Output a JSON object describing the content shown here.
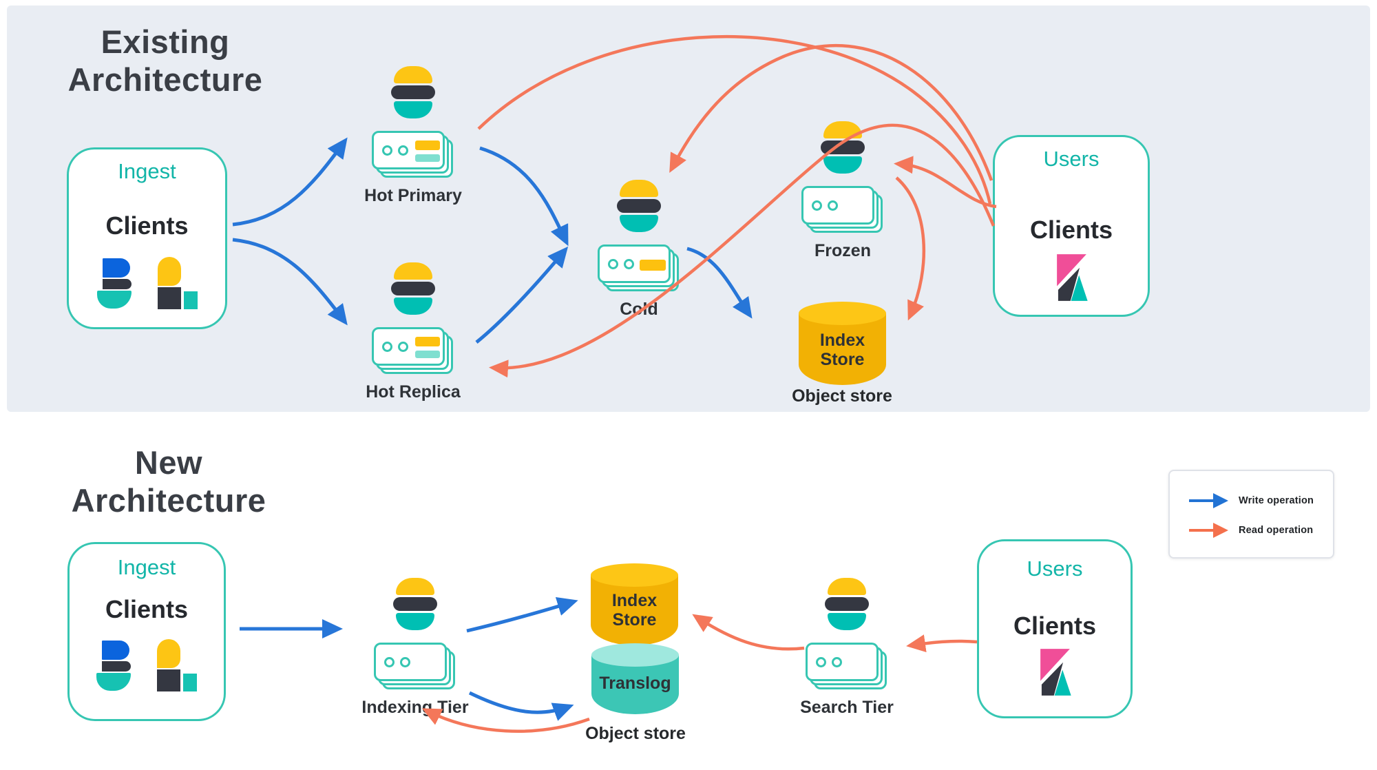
{
  "colors": {
    "panel_background": "#e9edf3",
    "write_arrow_blue": "#2776d8",
    "read_arrow_orange": "#f4775a",
    "container_border_teal": "#36c6b2",
    "elastic_yellow": "#fdc514",
    "elastic_dark": "#343741",
    "elastic_teal": "#00bfb3",
    "index_store_yellow": "#f2b104",
    "translog_teal": "#3cc6b5",
    "kibana_pink": "#f04e98",
    "beats_blue": "#0b64dd"
  },
  "existing": {
    "title_line1": "Existing",
    "title_line2": "Architecture",
    "ingest_box": {
      "title": "Ingest",
      "label": "Clients",
      "icons": [
        "beats-logo",
        "logstash-logo"
      ]
    },
    "users_box": {
      "title": "Users",
      "label": "Clients",
      "icons": [
        "kibana-logo"
      ]
    },
    "nodes": {
      "hot_primary": "Hot Primary",
      "hot_replica": "Hot Replica",
      "cold": "Cold",
      "frozen": "Frozen"
    },
    "index_store": {
      "line1": "Index",
      "line2": "Store",
      "caption": "Object store"
    },
    "edges": [
      {
        "from": "Ingest Clients",
        "to": "Hot Primary",
        "type": "write"
      },
      {
        "from": "Ingest Clients",
        "to": "Hot Replica",
        "type": "write"
      },
      {
        "from": "Hot Primary",
        "to": "Cold",
        "type": "write"
      },
      {
        "from": "Hot Replica",
        "to": "Cold",
        "type": "write"
      },
      {
        "from": "Cold",
        "to": "Index Store",
        "type": "write"
      },
      {
        "from": "Hot Primary",
        "to": "Users Clients",
        "type": "read"
      },
      {
        "from": "Users Clients",
        "to": "Cold",
        "type": "read"
      },
      {
        "from": "Users Clients",
        "to": "Frozen",
        "type": "read"
      },
      {
        "from": "Users Clients",
        "to": "Hot Replica",
        "type": "read"
      },
      {
        "from": "Frozen",
        "to": "Index Store",
        "type": "read"
      }
    ]
  },
  "new": {
    "title_line1": "New",
    "title_line2": "Architecture",
    "ingest_box": {
      "title": "Ingest",
      "label": "Clients",
      "icons": [
        "beats-logo",
        "logstash-logo"
      ]
    },
    "users_box": {
      "title": "Users",
      "label": "Clients",
      "icons": [
        "kibana-logo"
      ]
    },
    "nodes": {
      "indexing_tier": "Indexing Tier",
      "search_tier": "Search Tier"
    },
    "index_store": {
      "line1": "Index",
      "line2": "Store"
    },
    "translog": {
      "label": "Translog"
    },
    "object_store_caption": "Object store",
    "edges": [
      {
        "from": "Ingest Clients",
        "to": "Indexing Tier",
        "type": "write"
      },
      {
        "from": "Indexing Tier",
        "to": "Index Store",
        "type": "write"
      },
      {
        "from": "Indexing Tier",
        "to": "Translog",
        "type": "write"
      },
      {
        "from": "Translog",
        "to": "Indexing Tier",
        "type": "read"
      },
      {
        "from": "Search Tier",
        "to": "Index Store",
        "type": "read"
      },
      {
        "from": "Users Clients",
        "to": "Search Tier",
        "type": "read"
      }
    ]
  },
  "legend": {
    "write": "Write operation",
    "read": "Read operation"
  }
}
